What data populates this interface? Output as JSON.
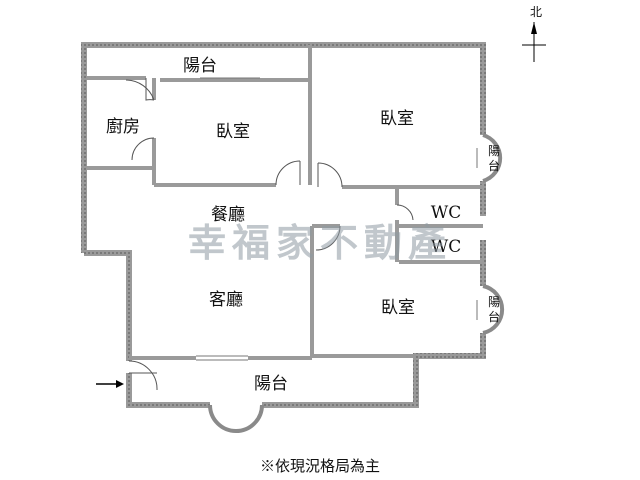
{
  "plan": {
    "compass_label": "北",
    "watermark": "幸福家不動產",
    "rooms": {
      "balcony_top": "陽台",
      "kitchen": "廚房",
      "bedroom_1": "臥室",
      "bedroom_2": "臥室",
      "balcony_right_1": "陽台",
      "dining": "餐廳",
      "wc_1": "WC",
      "wc_2": "WC",
      "living": "客廳",
      "bedroom_3": "臥室",
      "balcony_right_2": "陽台",
      "balcony_bottom": "陽台"
    },
    "note": "※依現況格局為主"
  }
}
